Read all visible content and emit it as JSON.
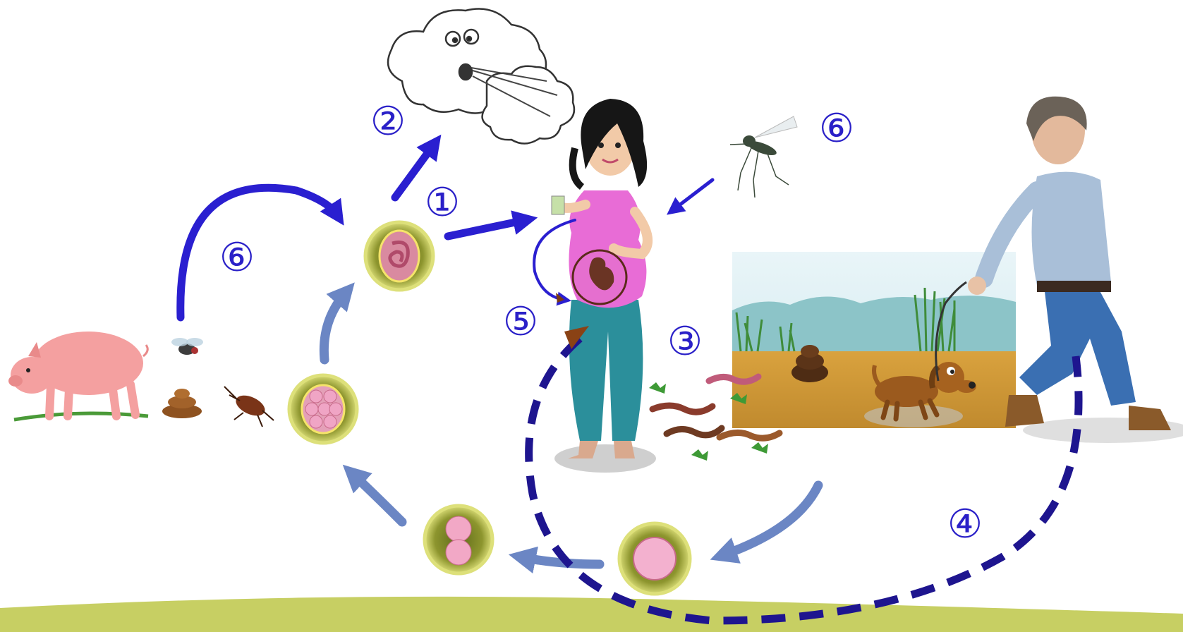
{
  "colors": {
    "arrow_primary": "#2a1fd0",
    "arrow_soft": "#6b86c4",
    "arrow_dashed": "#1e158f",
    "label": "#2a20c8",
    "ground_band": "#c7cf63",
    "egg_shell": "#a9a83a",
    "egg_inner": "#e38fb0"
  },
  "labels": {
    "step1": "①",
    "step2": "②",
    "step3": "③",
    "step4": "④",
    "step5": "⑤",
    "step6_left": "⑥",
    "step6_right": "⑥"
  },
  "icons": [
    "pig-icon",
    "fly-icon",
    "feces-icon",
    "cockroach-icon",
    "cloud-face-icon",
    "pregnant-woman-icon",
    "fetus-icon",
    "mosquito-icon",
    "soil-scene-icon",
    "worm-icon",
    "dog-icon",
    "man-walking-icon",
    "oocyst-icon"
  ]
}
